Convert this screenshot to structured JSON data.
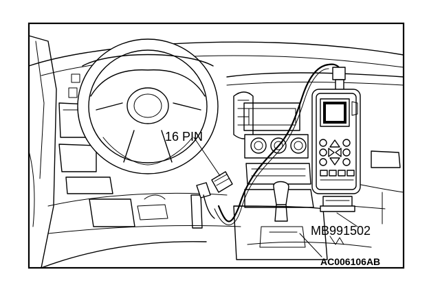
{
  "labels": {
    "connector": "16 PIN",
    "tool_part_number": "MB991502",
    "figure_code": "AC006106AB"
  }
}
